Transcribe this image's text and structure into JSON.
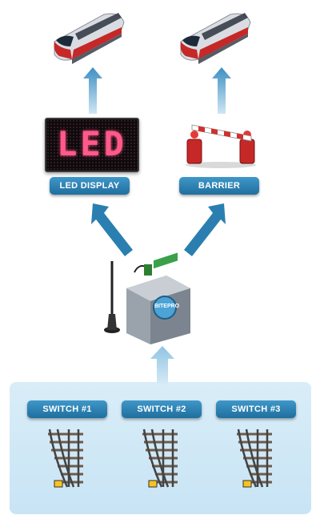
{
  "trains": [
    {
      "name": "train-left"
    },
    {
      "name": "train-right"
    }
  ],
  "led_display": {
    "screen_text": "LED",
    "label": "LED DISPLAY"
  },
  "barrier": {
    "label": "BARRIER"
  },
  "controller": {
    "brand_text": "BITEPRO"
  },
  "switches": [
    {
      "label": "SWITCH #1"
    },
    {
      "label": "SWITCH #2"
    },
    {
      "label": "SWITCH #3"
    }
  ],
  "colors": {
    "arrow": "#2a7fb0",
    "label_bg": "#2b82b5",
    "panel_bg": "#d3eaf7",
    "led": "#ff5a8a"
  }
}
